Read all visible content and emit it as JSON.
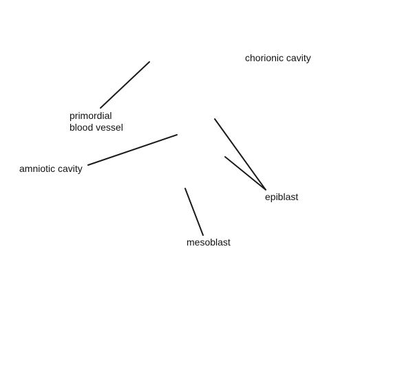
{
  "labels": {
    "chorionic_cavity": "chorionic cavity",
    "primordial_line1": "primordial",
    "primordial_line2": "blood vessel",
    "amniotic_cavity": "amniotic cavity",
    "epiblast": "epiblast",
    "mesoblast": "mesoblast"
  },
  "colors": {
    "line": "#1a1a1a",
    "text": "#111111",
    "background": "#ffffff"
  }
}
